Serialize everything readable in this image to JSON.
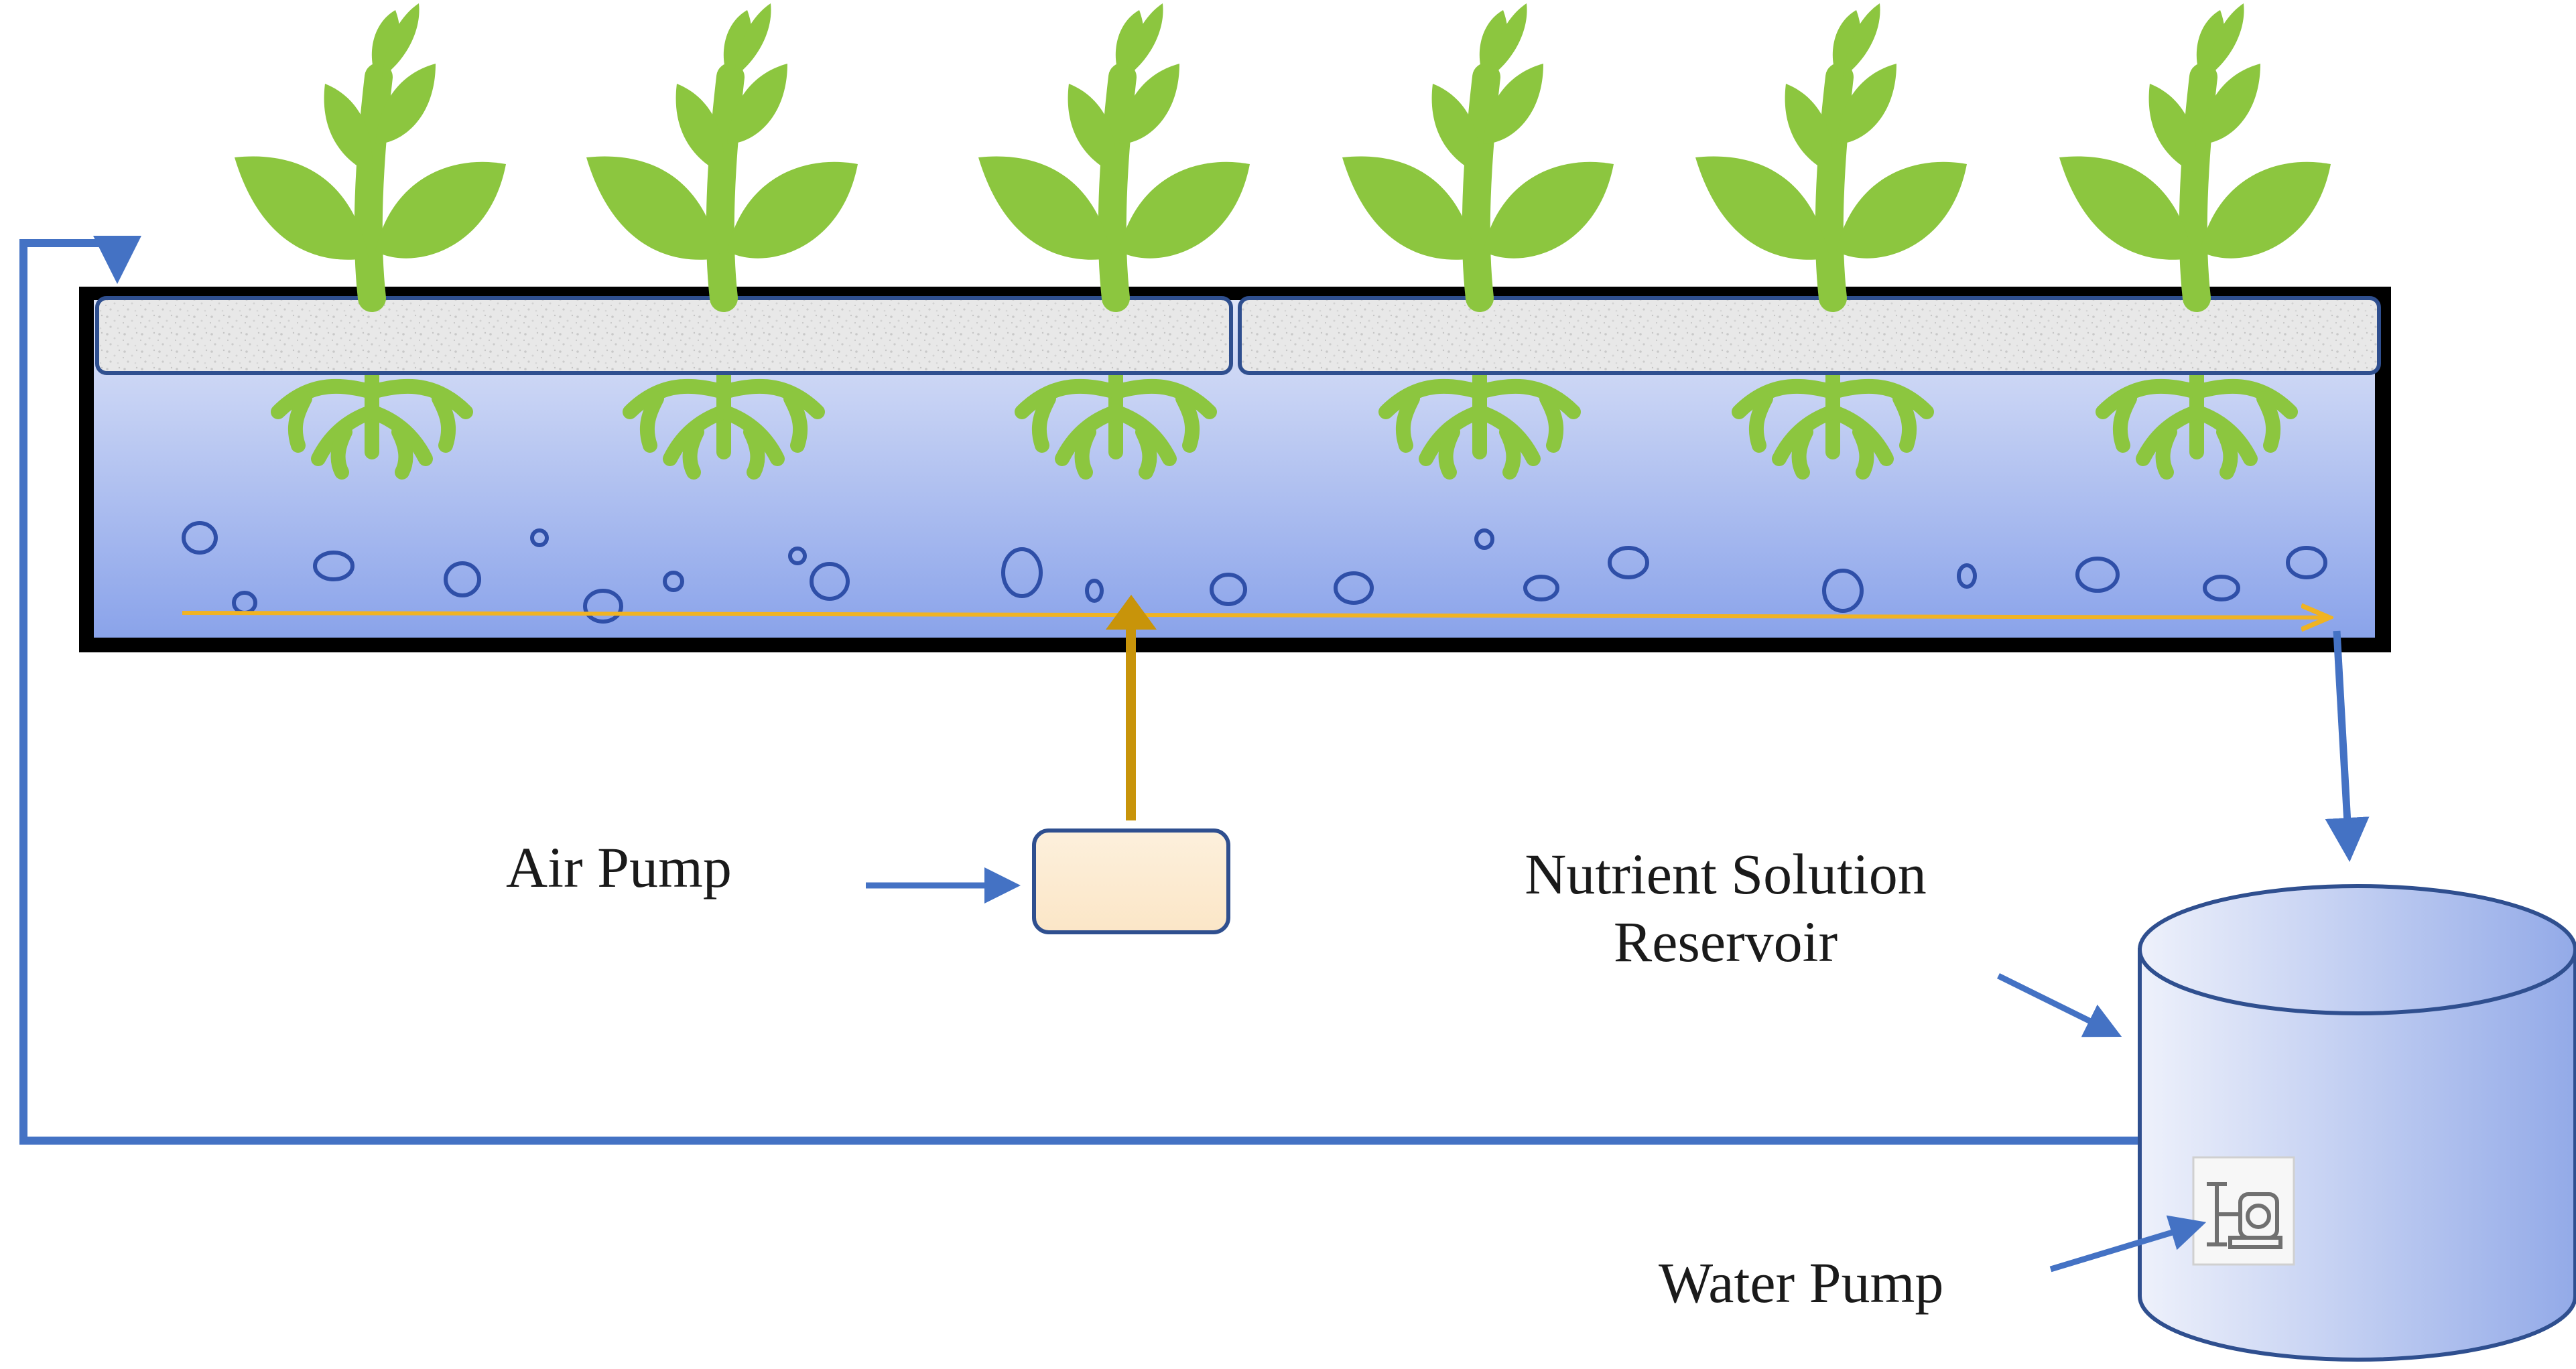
{
  "labels": {
    "air_pump": "Air Pump",
    "reservoir_line1": "Nutrient Solution",
    "reservoir_line2": "Reservoir",
    "water_pump": "Water Pump"
  },
  "components": {
    "plants": 6,
    "grow_boards": 2,
    "icons": [
      "plant-icon",
      "root-icon",
      "bubble-icon",
      "air-pump-box",
      "reservoir-cylinder",
      "water-pump-icon"
    ]
  },
  "colors": {
    "leaf": "#8cc63f",
    "pipe": "#4472c4",
    "air_line": "#f0b323",
    "air_arrow": "#c8940a",
    "water_top": "#dde4f8",
    "water_bottom": "#8aa4ea",
    "tank_border": "#000000",
    "board": "#e6e6e6",
    "air_pump_fill": "#fdecd2"
  }
}
